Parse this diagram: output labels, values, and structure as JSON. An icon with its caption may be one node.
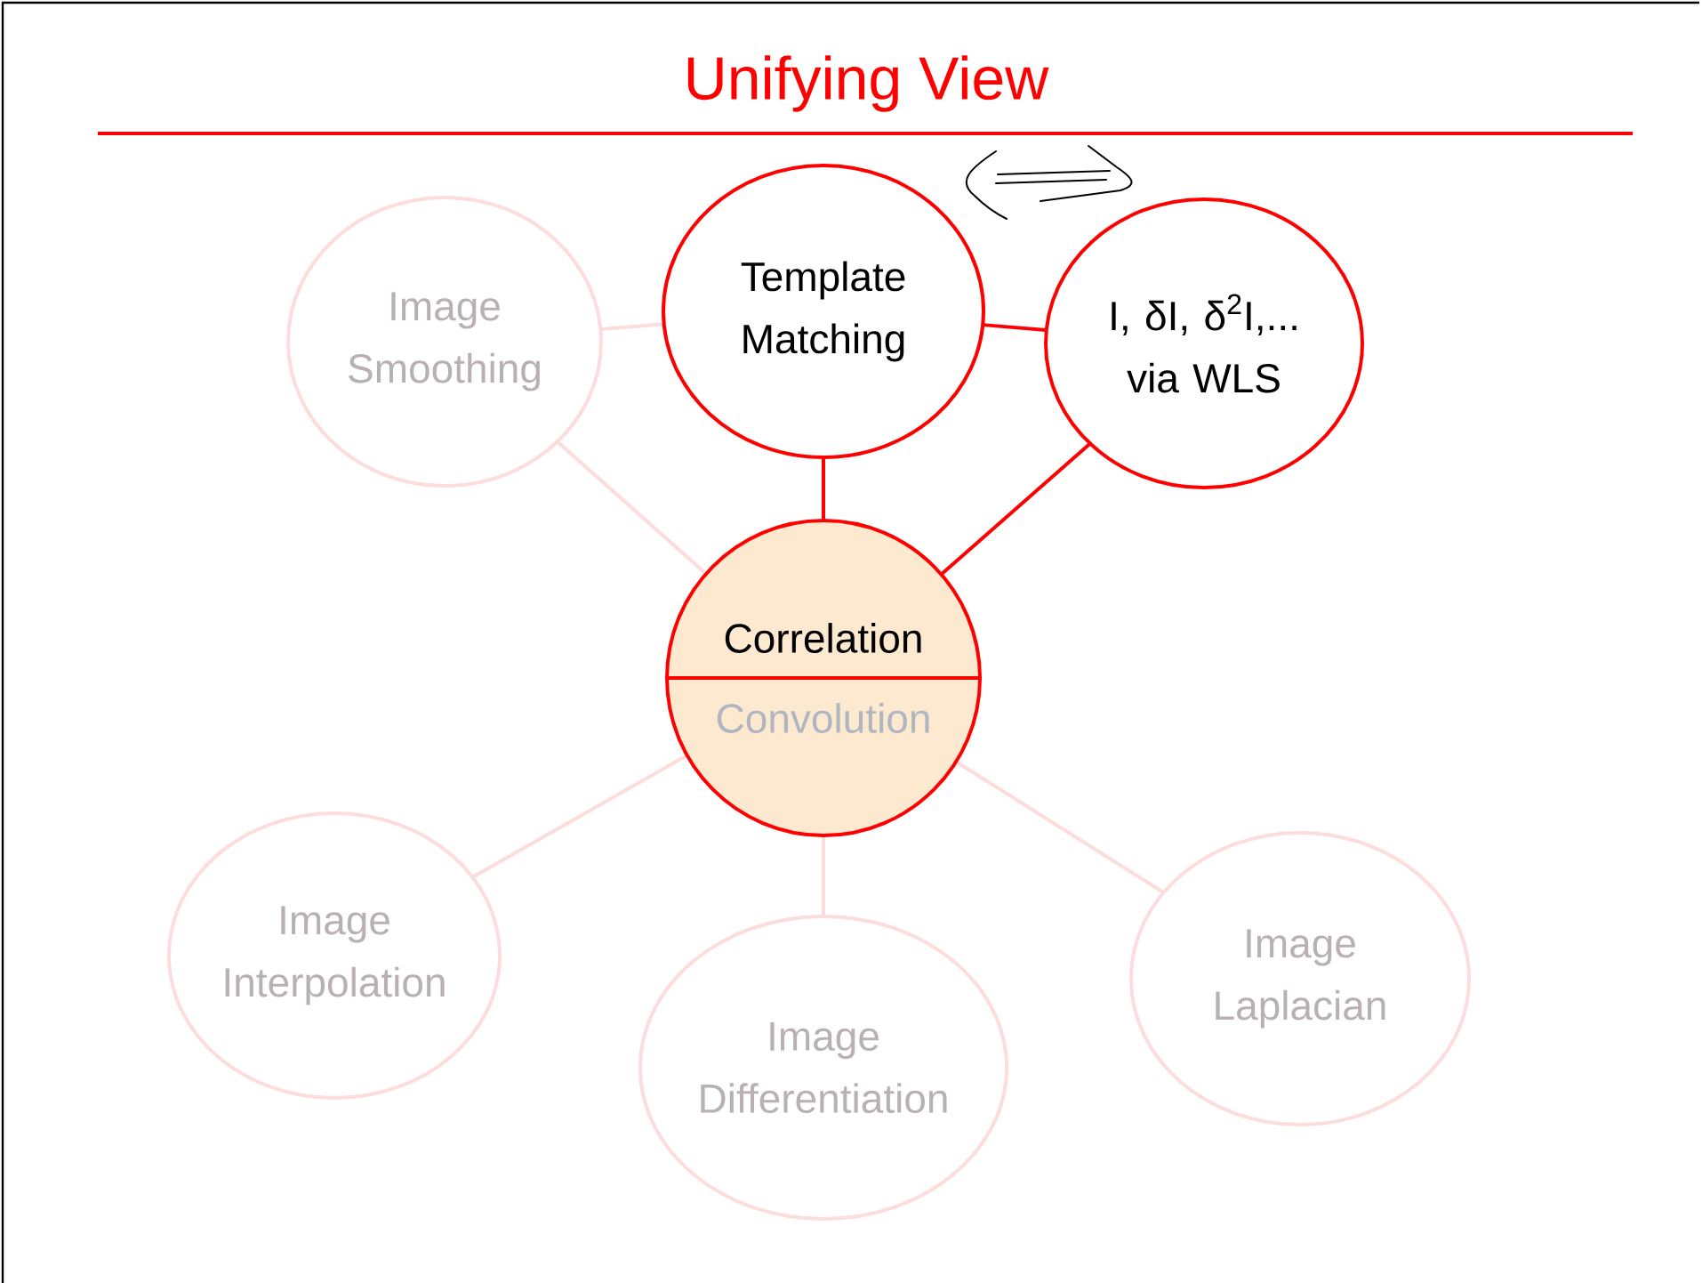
{
  "diagram": {
    "title": "Unifying View",
    "nodes": [
      {
        "text": [
          "Image Smoothing"
        ]
      },
      {
        "text": [
          "Template Matching"
        ]
      },
      {
        "text": [
          "I, δI, δ$^{2}$I,... via WLS"
        ]
      },
      {
        "text": [
          "Correlation",
          "Convolution"
        ]
      },
      {
        "text": [
          "Image Interpolation"
        ]
      },
      {
        "text": [
          "Image Differentiation"
        ]
      },
      {
        "text": [
          "Image Laplacian"
        ]
      }
    ],
    "edges": [
      {
        "from": 0,
        "to": 1,
        "arrow": "none"
      },
      {
        "from": 1,
        "to": 2,
        "arrow": "none",
        "color": "#ff0000"
      },
      {
        "from": 1,
        "to": 3,
        "arrow": "none",
        "color": "#ff0000"
      },
      {
        "from": 2,
        "to": 3,
        "arrow": "none",
        "color": "#ff0000"
      },
      {
        "from": 0,
        "to": 3,
        "arrow": "none"
      },
      {
        "from": 3,
        "to": 4,
        "arrow": "none"
      },
      {
        "from": 3,
        "to": 5,
        "arrow": "none"
      },
      {
        "from": 3,
        "to": 6,
        "arrow": "none"
      }
    ]
  }
}
